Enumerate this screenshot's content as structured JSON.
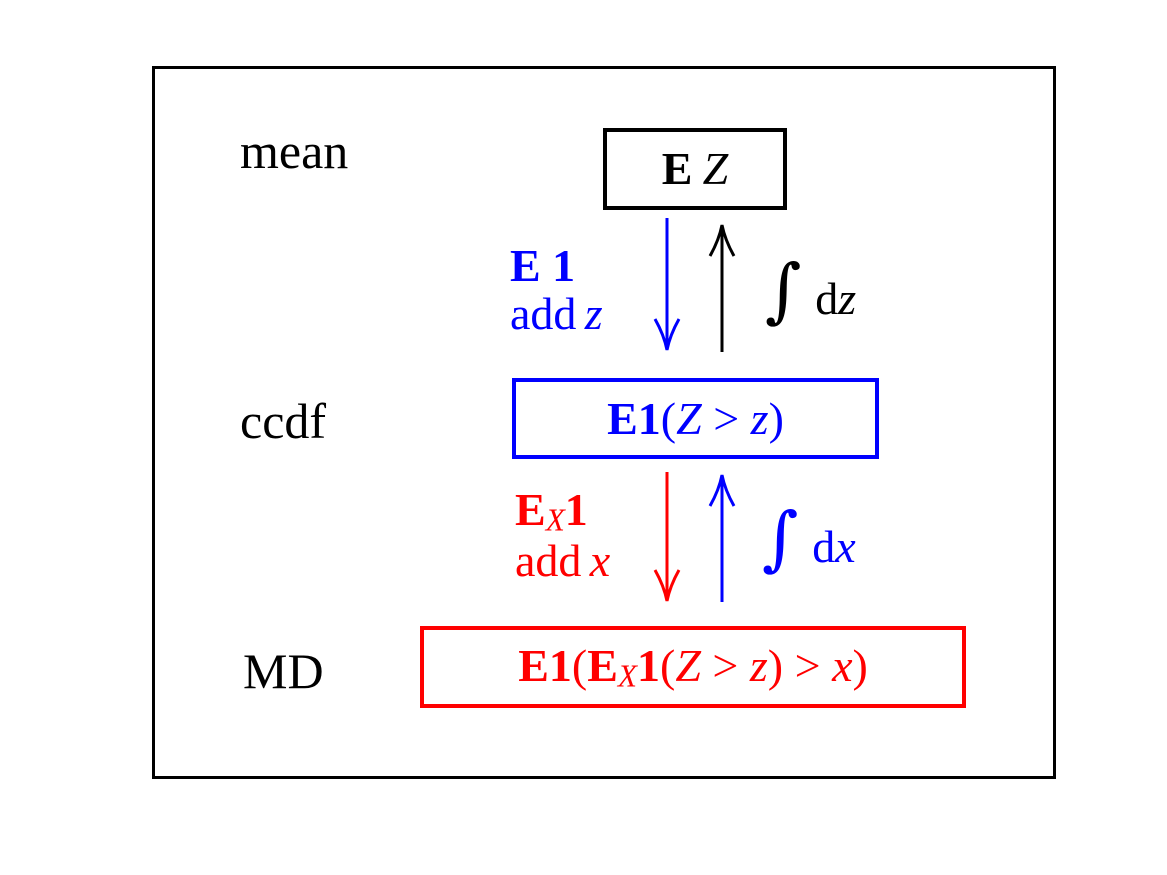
{
  "colors": {
    "black": "#000000",
    "blue": "#0000ff",
    "red": "#ff0000",
    "background": "#ffffff"
  },
  "rows": {
    "mean": {
      "label": "mean",
      "formula": {
        "E": "E",
        "Z": "Z"
      }
    },
    "ccdf": {
      "label": "ccdf",
      "formula": {
        "E1": "E1",
        "lparen": "(",
        "Z": "Z",
        "gt": " > ",
        "z": "z",
        "rparen": ")"
      }
    },
    "md": {
      "label": "MD",
      "formula": {
        "E1": "E1",
        "lparen1": "(",
        "E": "E",
        "subX": "X",
        "one": "1",
        "lparen2": "(",
        "Z": "Z",
        "gt1": " > ",
        "z": "z",
        "rparen1": ")",
        "gt2": " > ",
        "x": "x",
        "rparen2": ")"
      }
    }
  },
  "edges": {
    "mean_to_ccdf_down": {
      "line1": "E 1",
      "line2_word": "add",
      "line2_var": "z"
    },
    "ccdf_to_mean_up": {
      "integral": "∫",
      "differential": "d",
      "var": "z"
    },
    "ccdf_to_md_down": {
      "E": "E",
      "subX": "X",
      "one": "1",
      "line2_word": "add",
      "line2_var": "x"
    },
    "md_to_ccdf_up": {
      "integral": "∫",
      "differential": "d",
      "var": "x"
    }
  }
}
